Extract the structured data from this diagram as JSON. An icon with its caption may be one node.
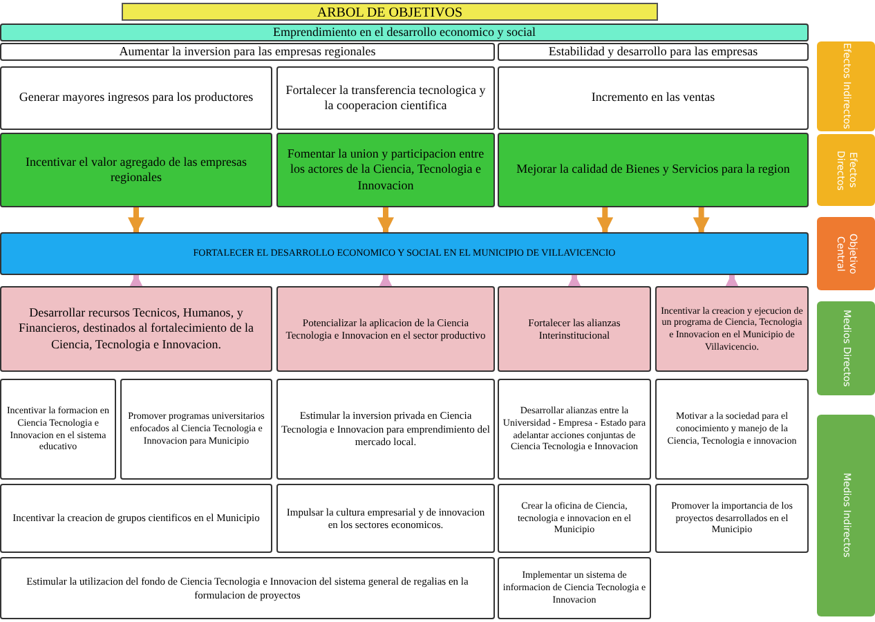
{
  "diagram": {
    "title": "ARBOL DE OBJETIVOS",
    "nodes": [
      {
        "text": [
          "Emprendimiento en el desarrollo economico y social"
        ]
      },
      {
        "text": [
          "Aumentar la inversion para las empresas regionales"
        ]
      },
      {
        "text": [
          "Estabilidad y desarrollo para las empresas"
        ]
      },
      {
        "text": [
          "Generar mayores ingresos para los productores"
        ]
      },
      {
        "text": [
          "Fortalecer la transferencia tecnologica y la cooperacion cientifica"
        ]
      },
      {
        "text": [
          "Incremento en las ventas"
        ]
      },
      {
        "text": [
          "Incentivar el valor agregado de las empresas regionales"
        ]
      },
      {
        "text": [
          "Fomentar la union y participacion entre los actores de la Ciencia, Tecnologia e Innovacion"
        ]
      },
      {
        "text": [
          "Mejorar la calidad de Bienes y Servicios para la region"
        ]
      },
      {
        "text": [
          "FORTALECER EL DESARROLLO ECONOMICO Y SOCIAL EN EL MUNICIPIO DE VILLAVICENCIO"
        ]
      },
      {
        "text": [
          "Desarrollar recursos Tecnicos, Humanos, y Financieros, destinados al fortalecimiento de la Ciencia, Tecnologia e Innovacion."
        ]
      },
      {
        "text": [
          "Potencializar la aplicacion de la Ciencia Tecnologia e Innovacion en el sector productivo"
        ]
      },
      {
        "text": [
          "Fortalecer las alianzas Interinstitucional"
        ]
      },
      {
        "text": [
          "Incentivar la creacion y ejecucion de un programa de Ciencia, Tecnologia e Innovacion en el Municipio de Villavicencio."
        ]
      },
      {
        "text": [
          "Incentivar la formacion en Ciencia Tecnologia e Innovacion en el sistema educativo"
        ]
      },
      {
        "text": [
          "Promover programas universitarios enfocados al Ciencia Tecnologia e Innovacion para Municipio"
        ]
      },
      {
        "text": [
          "Estimular la inversion privada en Ciencia Tecnologia e Innovacion para emprendimiento del mercado local."
        ]
      },
      {
        "text": [
          "Desarrollar alianzas entre la Universidad - Empresa - Estado para adelantar acciones conjuntas de Ciencia Tecnologia e Innovacion"
        ]
      },
      {
        "text": [
          "Motivar a la sociedad para el conocimiento y manejo de la Ciencia, Tecnologia e innovacion"
        ]
      },
      {
        "text": [
          "Incentivar la creacion de grupos cientificos en el Municipio"
        ]
      },
      {
        "text": [
          "Impulsar la cultura empresarial y de innovacion en los sectores economicos."
        ]
      },
      {
        "text": [
          "Crear la oficina de Ciencia, tecnologia e innovacion en el Municipio"
        ]
      },
      {
        "text": [
          "Promover la importancia de los proyectos desarrollados en el Municipio"
        ]
      },
      {
        "text": [
          "Estimular la utilizacion del fondo de Ciencia Tecnologia e Innovacion del sistema general de regalias en la formulacion de proyectos"
        ]
      },
      {
        "text": [
          "Implementar un sistema de informacion de Ciencia Tecnologia e Innovacion"
        ]
      },
      {
        "text": [
          "Efectos Indirectos"
        ]
      },
      {
        "text": [
          "Efectos Directos"
        ]
      },
      {
        "text": [
          "Objetivo Central"
        ]
      },
      {
        "text": [
          "Medios Directos"
        ]
      },
      {
        "text": [
          "Medios Indirectos"
        ]
      }
    ],
    "edges": [
      {
        "from": 6,
        "to": 9,
        "arrow": "to"
      },
      {
        "from": 7,
        "to": 9,
        "arrow": "to"
      },
      {
        "from": 8,
        "to": 9,
        "arrow": "to"
      },
      {
        "from": 8,
        "to": 9,
        "arrow": "to"
      },
      {
        "from": 10,
        "to": 9,
        "arrow": "to",
        "color": "#e0a0c8"
      },
      {
        "from": 11,
        "to": 9,
        "arrow": "to",
        "color": "#e0a0c8"
      },
      {
        "from": 12,
        "to": 9,
        "arrow": "to",
        "color": "#e0a0c8"
      },
      {
        "from": 13,
        "to": 9,
        "arrow": "to",
        "color": "#e0a0c8"
      }
    ]
  }
}
